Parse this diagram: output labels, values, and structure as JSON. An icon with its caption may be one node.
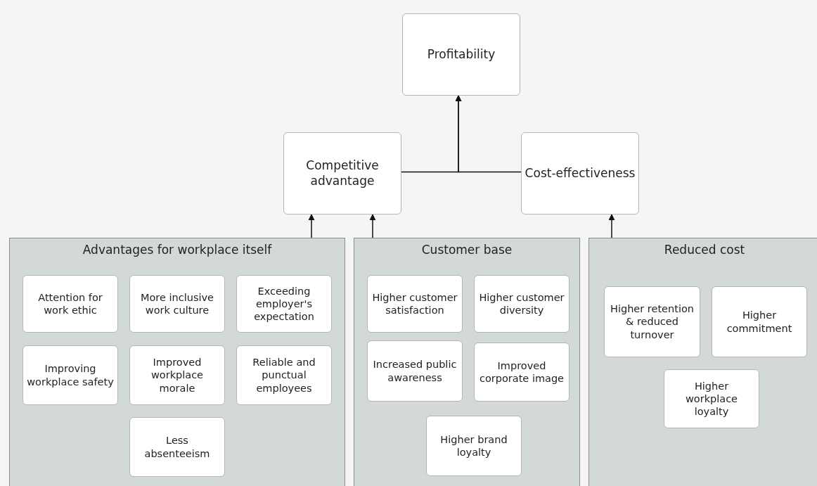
{
  "diagram": {
    "nodes": [
      {
        "text": [
          "Profitability"
        ]
      },
      {
        "text": [
          "Competitive advantage"
        ]
      },
      {
        "text": [
          "Cost-effectiveness"
        ]
      },
      {
        "text": [
          "Advantages for workplace itself"
        ]
      },
      {
        "text": [
          "Attention for work ethic"
        ],
        "in": 3
      },
      {
        "text": [
          "More inclusive work culture"
        ],
        "in": 3
      },
      {
        "text": [
          "Exceeding employer's expectation"
        ],
        "in": 3
      },
      {
        "text": [
          "Improving workplace safety"
        ],
        "in": 3
      },
      {
        "text": [
          "Improved workplace morale"
        ],
        "in": 3
      },
      {
        "text": [
          "Reliable and punctual employees"
        ],
        "in": 3
      },
      {
        "text": [
          "Less absenteeism"
        ],
        "in": 3
      },
      {
        "text": [
          "Customer base"
        ]
      },
      {
        "text": [
          "Higher customer satisfaction"
        ],
        "in": 11
      },
      {
        "text": [
          "Higher customer diversity"
        ],
        "in": 11
      },
      {
        "text": [
          "Increased public awareness"
        ],
        "in": 11
      },
      {
        "text": [
          "Improved corporate image"
        ],
        "in": 11
      },
      {
        "text": [
          "Higher brand loyalty"
        ],
        "in": 11
      },
      {
        "text": [
          "Reduced cost"
        ]
      },
      {
        "text": [
          "Higher retention & reduced turnover"
        ],
        "in": 17
      },
      {
        "text": [
          "Higher commitment"
        ],
        "in": 17
      },
      {
        "text": [
          "Higher workplace loyalty"
        ],
        "in": 17
      }
    ],
    "edges": [
      {
        "from": 1,
        "to": 0,
        "arrow": "to"
      },
      {
        "from": 2,
        "to": 0,
        "arrow": "to"
      },
      {
        "from": 3,
        "to": 1,
        "arrow": "to"
      },
      {
        "from": 11,
        "to": 1,
        "arrow": "to"
      },
      {
        "from": 17,
        "to": 2,
        "arrow": "to"
      }
    ]
  }
}
